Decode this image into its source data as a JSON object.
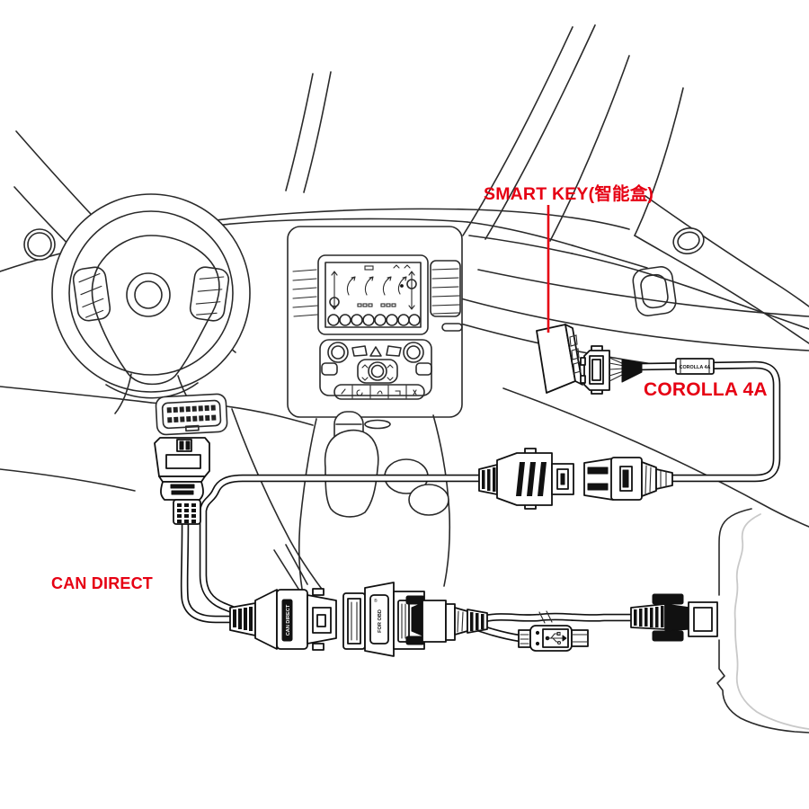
{
  "colors": {
    "accent_red": "#e60013",
    "line_dark": "#2a2a2a",
    "line_light": "#c9c9c9"
  },
  "annotations": {
    "smart_key_label": "SMART KEY(智能盒)",
    "corolla_cable_label": "COROLLA 4A",
    "can_direct_label": "CAN DIRECT"
  },
  "components": {
    "cable_tag_text": "COROLLA 4A",
    "can_direct_connector_text": "CAN DIRECT",
    "for_obd_adapter_text": "FOR OBD",
    "for_obd_reg_mark": "®"
  }
}
